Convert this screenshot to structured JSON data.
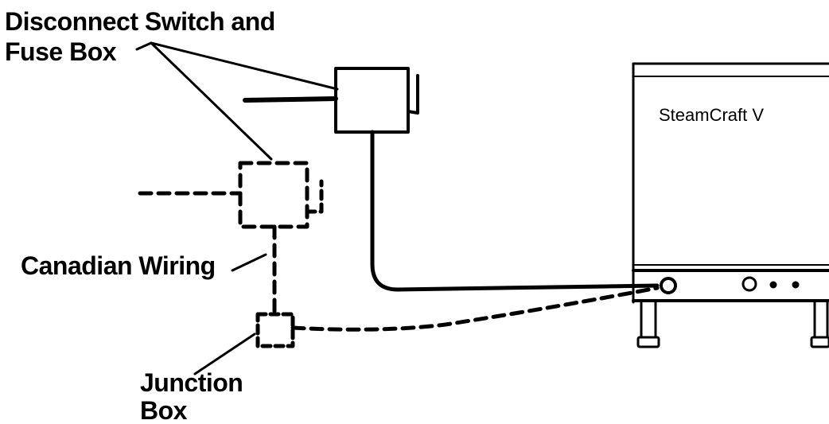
{
  "labels": {
    "disconnect_line1": "Disconnect Switch and",
    "disconnect_line2": "Fuse Box",
    "canadian_wiring": "Canadian Wiring",
    "junction_line1": "Junction",
    "junction_line2": "Box",
    "unit_name": "SteamCraft V"
  },
  "colors": {
    "ink": "#000000",
    "background": "#ffffff"
  }
}
